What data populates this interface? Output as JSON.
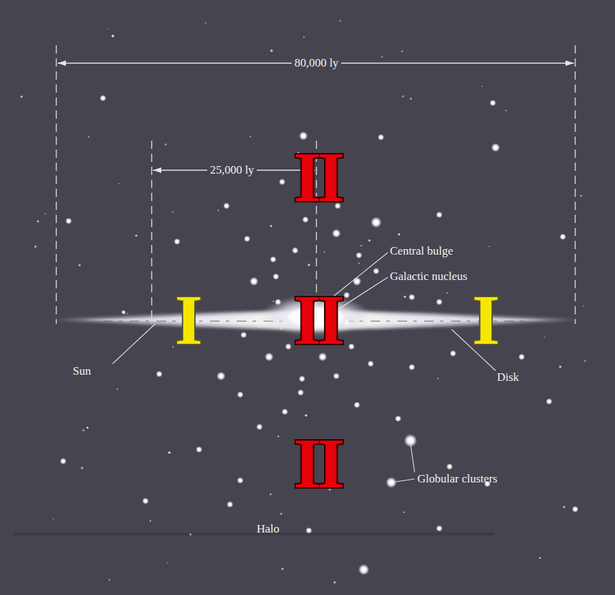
{
  "diagram": {
    "labels": [
      "80,000 ly",
      "25,000 ly",
      "II",
      "Central bulge",
      "Galactic nucleus",
      "I",
      "II",
      "I",
      "Sun",
      "Disk",
      "II",
      "Globular clusters",
      "Halo"
    ]
  }
}
